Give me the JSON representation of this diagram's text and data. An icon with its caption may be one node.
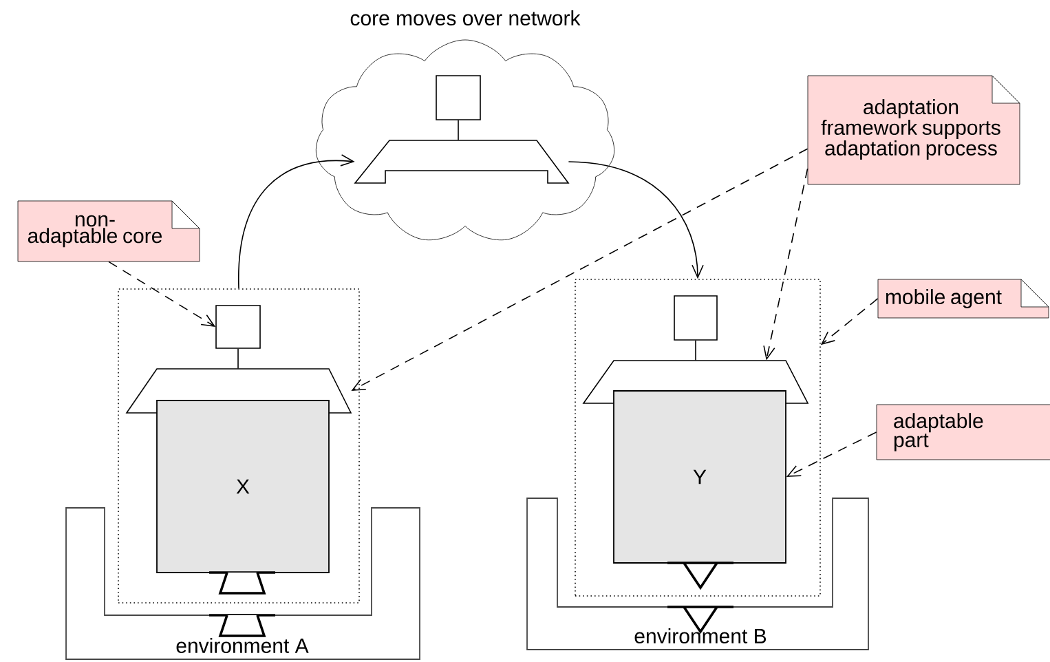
{
  "diagram": {
    "nodes": [
      {
        "text": [
          "core moves over network"
        ]
      },
      {
        "text": [],
        "shape": "box",
        "in": 0
      },
      {
        "text": [],
        "shape": "trapezoid",
        "in": 0
      },
      {
        "text": [
          "non-adaptable core"
        ]
      },
      {
        "text": [
          "adaptation framework supports adaptation process"
        ]
      },
      {
        "text": [
          "mobile agent"
        ]
      },
      {
        "text": [
          "adaptable part"
        ]
      },
      {
        "text": [
          "environment A"
        ]
      },
      {
        "text": [],
        "shape": "box"
      },
      {
        "text": [],
        "shape": "box",
        "in": 8
      },
      {
        "text": [],
        "shape": "trapezoid",
        "in": 8
      },
      {
        "text": [
          "X"
        ],
        "in": 8
      },
      {
        "text": [
          "environment B"
        ]
      },
      {
        "text": [],
        "shape": "box"
      },
      {
        "text": [],
        "shape": "box",
        "in": 13
      },
      {
        "text": [],
        "shape": "trapezoid",
        "in": 13
      },
      {
        "text": [
          "Y"
        ],
        "in": 13
      }
    ],
    "edges": [
      {
        "from": 8,
        "to": 2,
        "arrow": "to"
      },
      {
        "from": 2,
        "to": 13,
        "arrow": "to"
      },
      {
        "from": 3,
        "to": 9,
        "arrow": "to",
        "style": "dashed"
      },
      {
        "from": 4,
        "to": 10,
        "arrow": "to",
        "style": "dashed"
      },
      {
        "from": 4,
        "to": 15,
        "arrow": "to",
        "style": "dashed"
      },
      {
        "from": 5,
        "to": 13,
        "arrow": "to",
        "style": "dashed"
      },
      {
        "from": 6,
        "to": 16,
        "arrow": "to",
        "style": "dashed"
      },
      {
        "from": 1,
        "to": 2,
        "arrow": "none"
      },
      {
        "from": 9,
        "to": 10,
        "arrow": "none"
      },
      {
        "from": 14,
        "to": 15,
        "arrow": "none"
      }
    ]
  }
}
